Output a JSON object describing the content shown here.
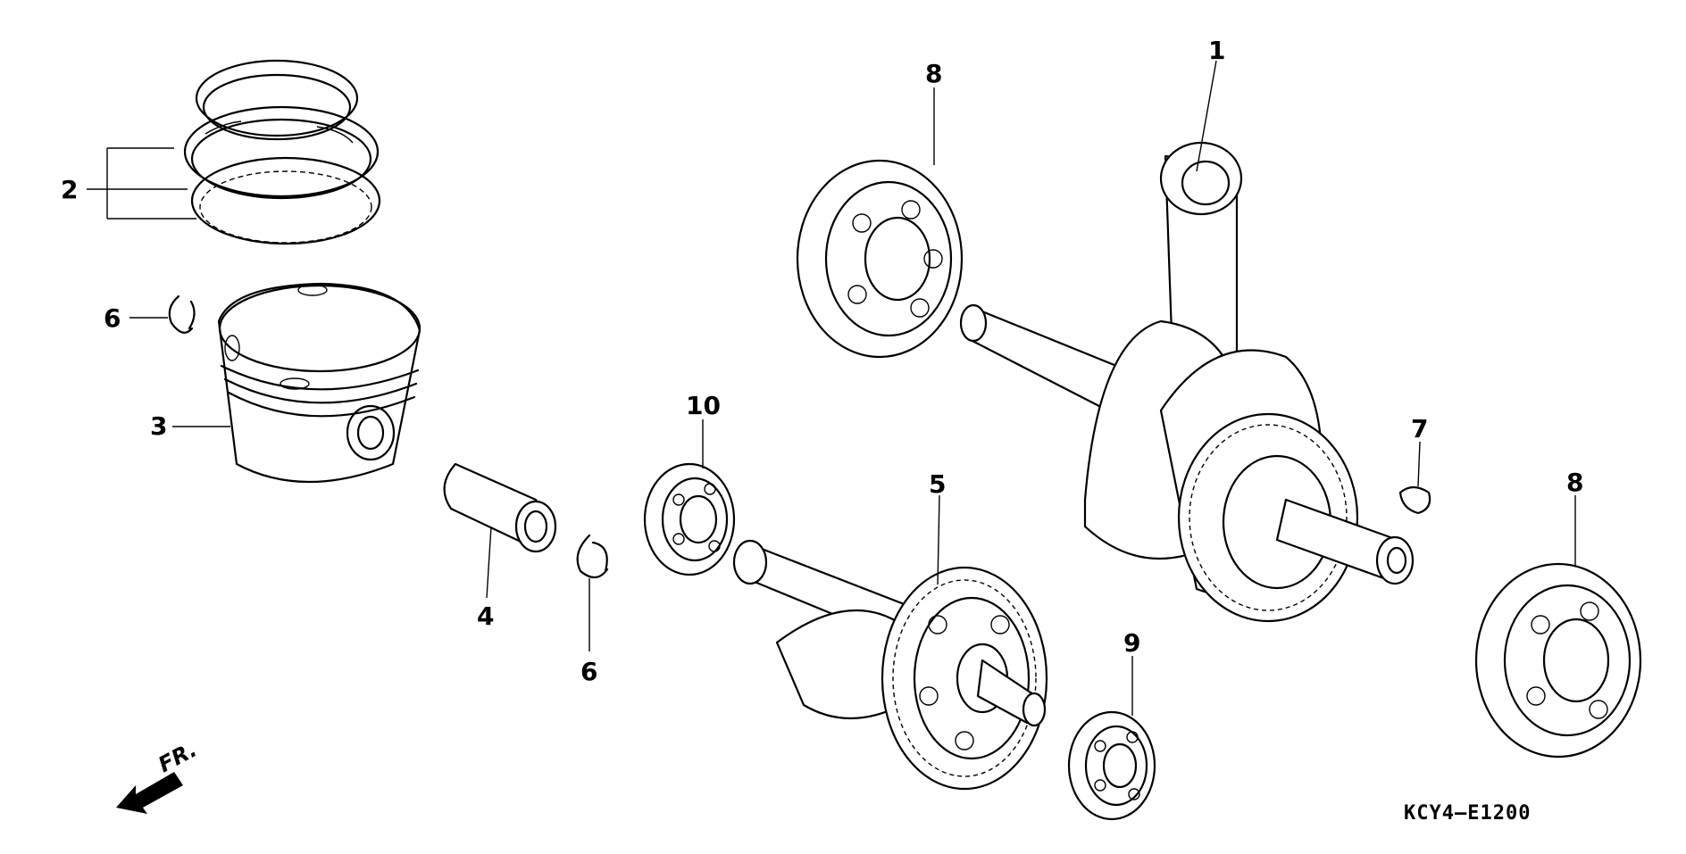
{
  "callouts": {
    "c1": "1",
    "c2": "2",
    "c3": "3",
    "c4": "4",
    "c5": "5",
    "c6a": "6",
    "c6b": "6",
    "c7": "7",
    "c8a": "8",
    "c8b": "8",
    "c9": "9",
    "c10": "10"
  },
  "diagram_code": "KCY4–E1200",
  "direction_label": "FR."
}
